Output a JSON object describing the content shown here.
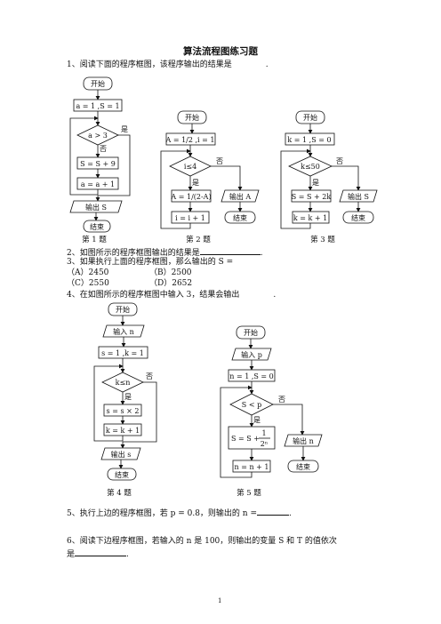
{
  "title": "算法流程图练习题",
  "questions": {
    "q1": "1、阅读下面的程序框图，该程序输出的结果是",
    "q1_end": ".",
    "q2": "2、如图所示的程序框图输出的结果是",
    "q2_end": ".",
    "q3": "3、如果执行上面的程序框图，那么输出的 S =",
    "q3_a": "（A）2450",
    "q3_b": "（B）2500",
    "q3_c": "（C）2550",
    "q3_d": "（D）2652",
    "q4": "4、在如图所示的程序框图中输入 3，结果会输出",
    "q4_end": ".",
    "q5": "5、执行上边的程序框图，若 p = 0.8，则输出的 n =",
    "q5_end": ".",
    "q6_line1": "6、阅读下边程序框图，若输入的 n 是  100，则输出的变量 S 和 T 的值依次",
    "q6_line2": "是",
    "q6_end": "."
  },
  "captions": {
    "f1": "第 1 题",
    "f2": "第 2 题",
    "f3": "第 3 题",
    "f4": "第 4 题",
    "f5": "第 5 题"
  },
  "fig1": {
    "start": "开始",
    "init": "a = 1 ,S = 1",
    "cond": "a > 3",
    "yes": "是",
    "no": "否",
    "s_update": "S = S + 9",
    "a_update": "a = a + 1",
    "output": "输出 S",
    "end": "结束"
  },
  "fig2": {
    "start": "开始",
    "init": "A = 1/2 ,i = 1",
    "cond": "i≤4",
    "yes": "是",
    "no": "否",
    "a_update": "A = 1/(2-A)",
    "i_update": "i = i + 1",
    "output": "输出 A",
    "end": "结束"
  },
  "fig3": {
    "start": "开始",
    "init": "k = 1 ,S = 0",
    "cond": "k≤50",
    "yes": "是",
    "no": "否",
    "s_update": "S = S + 2k",
    "k_update": "k = k + 1",
    "output": "输出 S",
    "end": "结束"
  },
  "fig4": {
    "start": "开始",
    "input": "输入 n",
    "init": "s = 1 ,k = 1",
    "cond": "k≤n",
    "yes": "是",
    "no": "否",
    "s_update": "s = s × 2",
    "k_update": "k = k + 1",
    "output": "输出 s",
    "end": "结束"
  },
  "fig5": {
    "start": "开始",
    "input": "输入 p",
    "init": "n = 1 ,S = 0",
    "cond": "S < p",
    "yes": "是",
    "no": "否",
    "s_update_left": "S = S +",
    "s_update_num": "1",
    "s_update_den": "2ⁿ",
    "n_update": "n = n + 1",
    "output": "输出 n",
    "end": "结束"
  },
  "page_number": "1"
}
